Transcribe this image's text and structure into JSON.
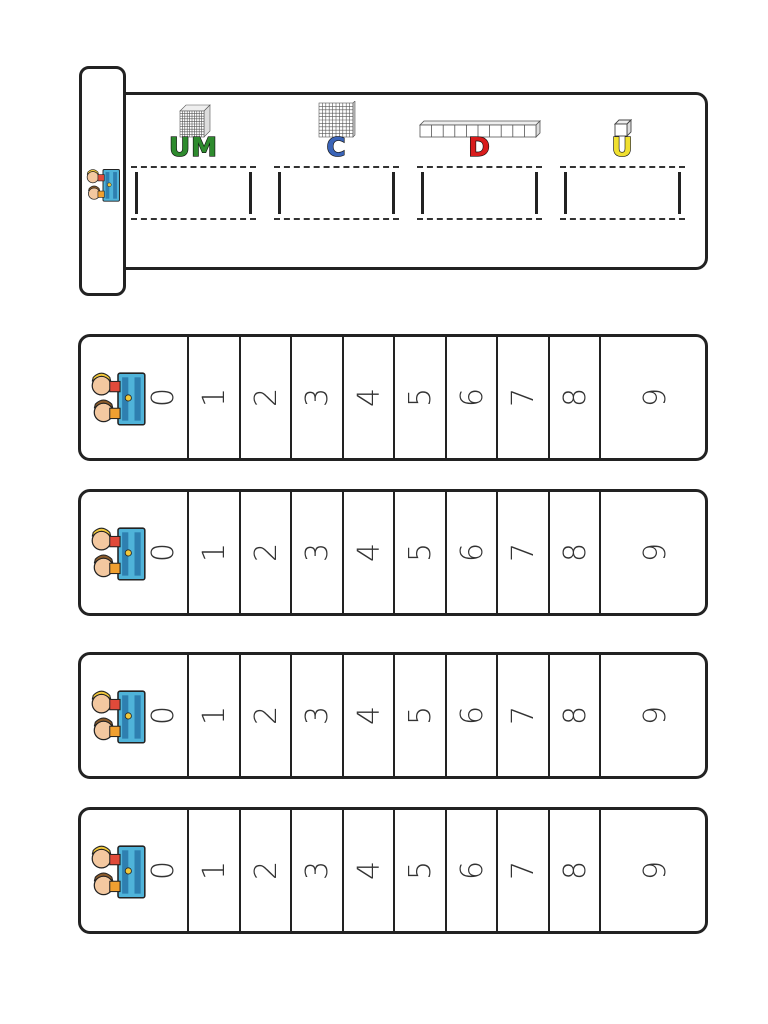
{
  "place_value_strip": {
    "columns": [
      {
        "label": "UM",
        "color": "#2e8b2e",
        "blocks": "thousand-cube"
      },
      {
        "label": "C",
        "color": "#3a64b8",
        "blocks": "hundred-flat"
      },
      {
        "label": "D",
        "color": "#d91c1c",
        "blocks": "ten-rod"
      },
      {
        "label": "U",
        "color": "#f0e030",
        "blocks": "unit-cube"
      }
    ]
  },
  "number_strips": [
    {
      "digits": [
        "0",
        "1",
        "2",
        "3",
        "4",
        "5",
        "6",
        "7",
        "8",
        "9"
      ]
    },
    {
      "digits": [
        "0",
        "1",
        "2",
        "3",
        "4",
        "5",
        "6",
        "7",
        "8",
        "9"
      ]
    },
    {
      "digits": [
        "0",
        "1",
        "2",
        "3",
        "4",
        "5",
        "6",
        "7",
        "8",
        "9"
      ]
    },
    {
      "digits": [
        "0",
        "1",
        "2",
        "3",
        "4",
        "5",
        "6",
        "7",
        "8",
        "9"
      ]
    }
  ],
  "illustration": "children-at-desk-clipart"
}
